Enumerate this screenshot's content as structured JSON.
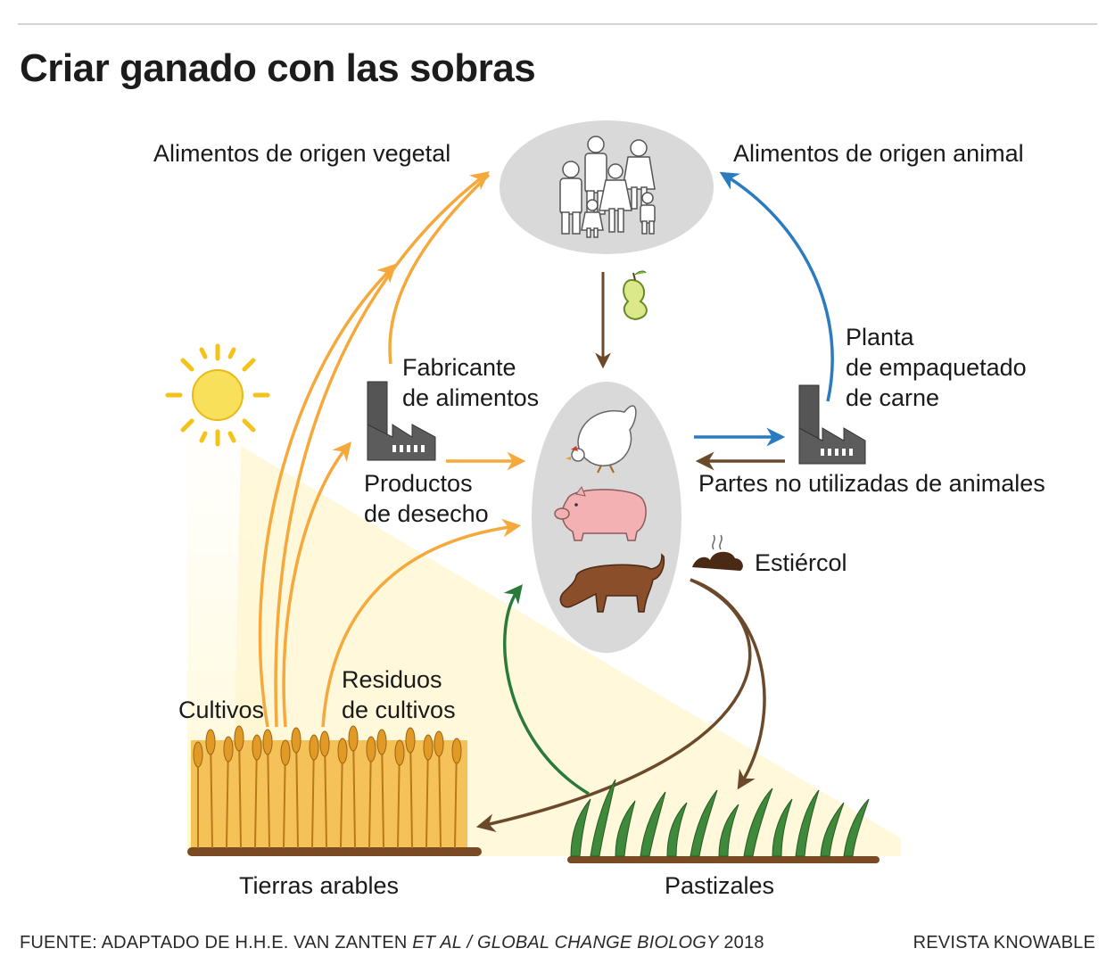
{
  "title": "Criar ganado con las sobras",
  "labels": {
    "plant_food": "Alimentos de origen vegetal",
    "animal_food": "Alimentos de origen animal",
    "food_maker": [
      "Fabricante",
      "de alimentos"
    ],
    "meat_plant": [
      "Planta",
      "de empaquetado",
      "de carne"
    ],
    "waste_products": [
      "Productos",
      "de desecho"
    ],
    "unused_parts": "Partes no utilizadas de animales",
    "manure": "Estiércol",
    "crops": "Cultivos",
    "crop_residues": [
      "Residuos",
      "de cultivos"
    ],
    "arable_land": "Tierras arables",
    "grasslands": "Pastizales"
  },
  "footer": {
    "source_prefix": "FUENTE: ADAPTADO DE H.H.E. VAN ZANTEN ",
    "source_italic": "ET AL / GLOBAL CHANGE BIOLOGY",
    "source_year": " 2018",
    "publisher": "REVISTA KNOWABLE"
  },
  "colors": {
    "plant_flow": "#f5a83b",
    "animal_flow": "#2b7bbf",
    "waste_flow": "#6b4a2b",
    "grass_flow": "#2a7a3a",
    "ellipse": "#d9d9d9"
  },
  "icons": [
    "sun-icon",
    "people-icon",
    "apple-core-icon",
    "factory-icon",
    "chicken-icon",
    "pig-icon",
    "cow-icon",
    "manure-icon",
    "wheat-field-icon",
    "grass-icon"
  ]
}
